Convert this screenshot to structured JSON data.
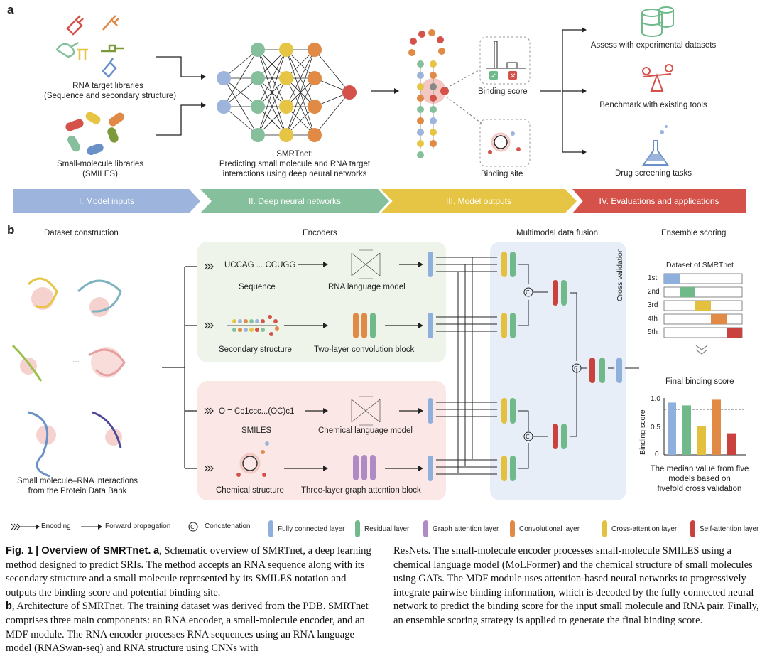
{
  "panel_a": {
    "label": "a",
    "rna_libraries": [
      "RNA target libraries",
      "(Sequence and secondary structure)"
    ],
    "small_molecule_libraries": [
      "Small-molecule libraries",
      "(SMILES)"
    ],
    "smrtnet_title": "SMRTnet:",
    "smrtnet_line1": "Predicting small molecule and RNA target",
    "smrtnet_line2": "interactions using deep neural networks",
    "binding_score": "Binding score",
    "binding_site": "Binding site",
    "app1": "Assess with experimental datasets",
    "app2": "Benchmark with existing tools",
    "app3": "Drug screening tasks",
    "stages": [
      "I. Model inputs",
      "II. Deep neural networks",
      "III. Model outputs",
      "IV. Evaluations and applications"
    ],
    "stage_colors": [
      "#9db4dc",
      "#86bf9c",
      "#e6c544",
      "#d4524a"
    ]
  },
  "panel_b": {
    "label": "b",
    "dataset_construction": "Dataset construction",
    "ellipsis": "...",
    "pdb_caption": [
      "Small molecule–RNA interactions",
      "from the Protein Data Bank"
    ],
    "encoders": "Encoders",
    "sequence_text": "UCCAG ... CCUGG",
    "sequence": "Sequence",
    "rna_lm": "RNA language model",
    "secondary_structure": "Secondary structure",
    "two_layer_conv": "Two-layer convolution block",
    "smiles_text": "O = Cc1ccc...(OC)c1",
    "smiles": "SMILES",
    "chem_lm": "Chemical language model",
    "chem_structure": "Chemical structure",
    "three_layer_gat": "Three-layer graph attention block",
    "mdf": "Multimodal data fusion",
    "ensemble": "Ensemble scoring",
    "dataset_of": "Dataset of SMRTnet",
    "cross_validation": "Cross validation",
    "folds": [
      "1st",
      "2nd",
      "3rd",
      "4th",
      "5th"
    ],
    "final_binding_score": "Final binding score",
    "binding_score_axis": "Binding score",
    "y_ticks": [
      "1.0",
      "0.5",
      "0"
    ],
    "median_text": [
      "The median value from five",
      "models based on",
      "fivefold cross validation"
    ]
  },
  "legend": {
    "encoding": "Encoding",
    "forward": "Forward propagation",
    "concat": "Concatenation",
    "items": [
      {
        "label": "Fully connected layer",
        "color": "#8fb0dd"
      },
      {
        "label": "Residual layer",
        "color": "#6fb98a"
      },
      {
        "label": "Graph attention layer",
        "color": "#b08ac4"
      },
      {
        "label": "Convolutional layer",
        "color": "#e08a45"
      },
      {
        "label": "Cross-attention layer",
        "color": "#e3c13e"
      },
      {
        "label": "Self-attention layer",
        "color": "#c9423e"
      }
    ]
  },
  "caption": {
    "fig_label": "Fig. 1 | Overview of SMRTnet.",
    "left_a": "a",
    "left_text_1": ", Schematic overview of SMRTnet, a deep learning method designed to predict SRIs. The method accepts an RNA sequence along with its secondary structure and a small molecule represented by its SMILES notation and outputs the binding score and potential binding site.",
    "left_b": "b",
    "left_text_2": ", Architecture of SMRTnet. The training dataset was derived from the PDB. SMRTnet comprises three main components: an RNA encoder, a small-molecule encoder, and an MDF module. The RNA encoder processes RNA sequences using an RNA language model (RNASwan-seq) and RNA structure using CNNs with",
    "right_text": "ResNets. The small-molecule encoder processes small-molecule SMILES using a chemical language model (MoLFormer) and the chemical structure of small molecules using GATs. The MDF module uses attention-based neural networks to progressively integrate pairwise binding information, which is decoded by the fully connected neural network to predict the binding score for the input small molecule and RNA pair. Finally, an ensemble scoring strategy is applied to generate the final binding score."
  },
  "chart_data": {
    "type": "bar",
    "title": "Final binding score",
    "ylabel": "Binding score",
    "ylim": [
      0,
      1.0
    ],
    "values": [
      0.92,
      0.87,
      0.5,
      0.97,
      0.38
    ],
    "colors": [
      "#8fb0dd",
      "#6fb98a",
      "#e3c13e",
      "#e08a45",
      "#c9423e"
    ],
    "median_line": 0.8
  }
}
